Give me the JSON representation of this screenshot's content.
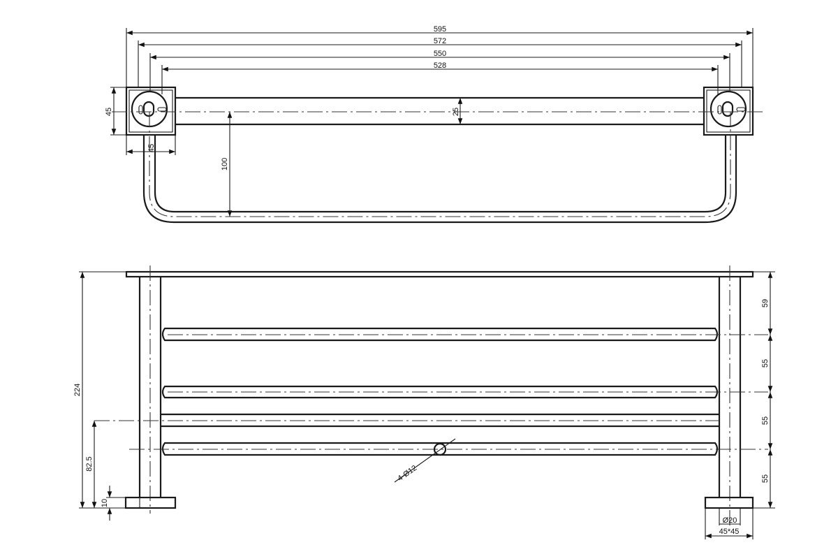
{
  "top_view": {
    "overall_dims": [
      "595",
      "572",
      "550",
      "528"
    ],
    "bracket_height": "45",
    "bracket_width": "45",
    "bar_diameter": "25",
    "rail_offset": "100"
  },
  "front_view": {
    "total_height": "224",
    "lower_bar_height": "82.5",
    "base_thickness": "10",
    "spacing": [
      "59",
      "55",
      "55",
      "55"
    ],
    "tube_callout": "4-Ø12",
    "post_diameter": "Ø20",
    "base_size": "45*45"
  }
}
